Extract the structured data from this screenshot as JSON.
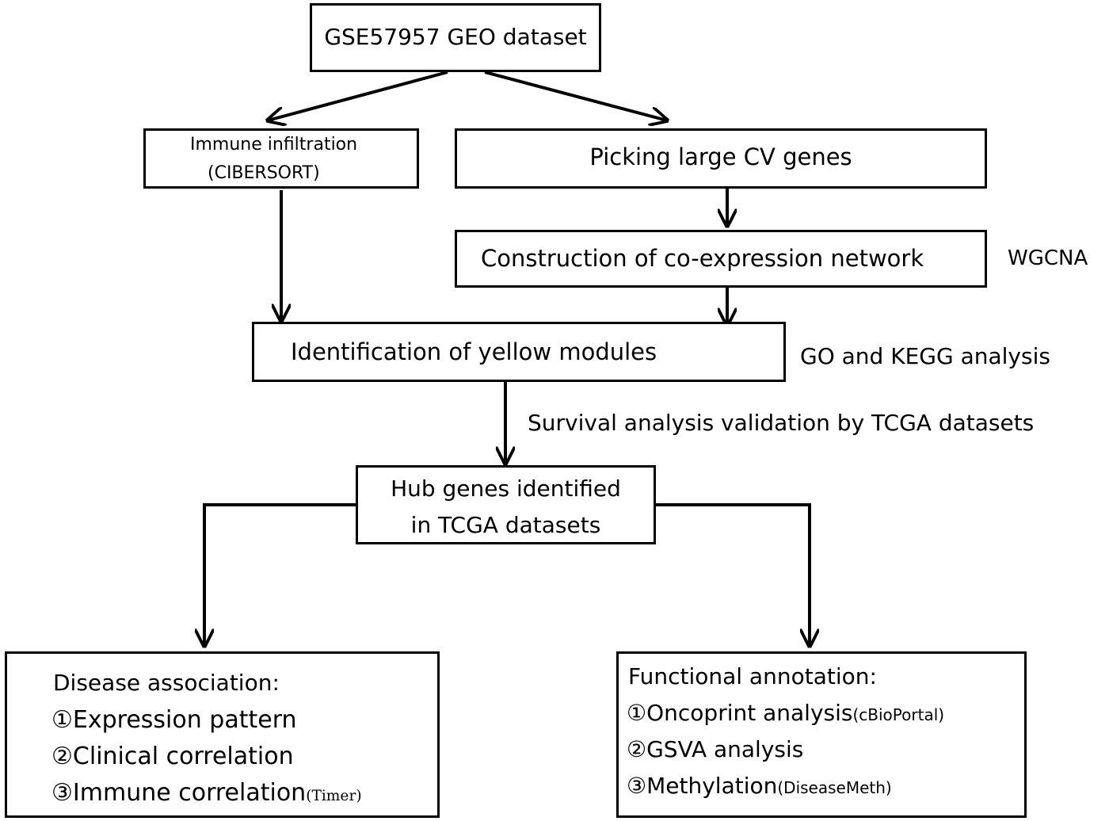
{
  "nodes": {
    "geo_dataset": "GSE57957 GEO dataset",
    "immune_infiltration": {
      "line1": "Immune infiltration",
      "line2": "(CIBERSORT)"
    },
    "picking_cv": "Picking large CV genes",
    "coexpression": "Construction of co-expression network",
    "yellow_modules": "Identification of yellow modules",
    "hub_genes": {
      "line1": "Hub genes identified",
      "line2": "in TCGA datasets"
    },
    "disease_association": {
      "title": "Disease association:",
      "items": [
        {
          "marker": "①",
          "text": "Expression pattern",
          "tool": ""
        },
        {
          "marker": "②",
          "text": "Clinical correlation",
          "tool": ""
        },
        {
          "marker": "③",
          "text": "Immune correlation",
          "tool": "(Timer)"
        }
      ]
    },
    "functional_annotation": {
      "title": "Functional annotation:",
      "items": [
        {
          "marker": "①",
          "text": "Oncoprint analysis",
          "tool": "(cBioPortal)"
        },
        {
          "marker": "②",
          "text": "GSVA analysis",
          "tool": ""
        },
        {
          "marker": "③",
          "text": "Methylation",
          "tool": "(DiseaseMeth)"
        }
      ]
    }
  },
  "side_labels": {
    "wgcna": "WGCNA",
    "go_kegg": "GO and KEGG analysis",
    "survival": "Survival analysis validation by TCGA datasets"
  },
  "colors": {
    "stroke": "#000000",
    "background": "#ffffff"
  }
}
